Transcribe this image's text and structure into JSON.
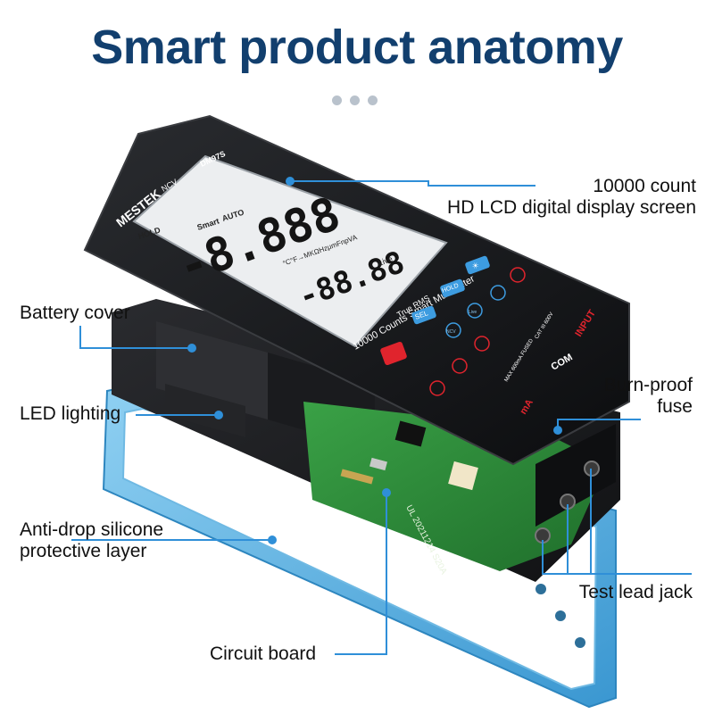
{
  "title": "Smart product anatomy",
  "labels": {
    "lcd_line1": "10000 count",
    "lcd_line2": "HD LCD digital display screen",
    "battery": "Battery cover",
    "led": "LED lighting",
    "fuse_line1": "Burn-proof",
    "fuse_line2": "fuse",
    "silicone_line1": "Anti-drop silicone",
    "silicone_line2": "protective layer",
    "jack": "Test lead jack",
    "circuit": "Circuit board"
  },
  "device": {
    "brand": "MESTEK",
    "model": "DM97S",
    "ncv": "NCV",
    "hold": "HOLD",
    "smart": "Smart",
    "auto": "AUTO",
    "main_reading": "-8.888",
    "sub_reading": "-88.88",
    "units": "°C°F→MKΩHzμmFnpVA",
    "live": "Live",
    "subtitle": "10000 Counts Smart Multimeter",
    "true_rms": "True RMS",
    "btn_sel": "SEL",
    "btn_hold": "HOLD",
    "btn_light": "☀",
    "btn_ncv": "NCV",
    "btn_live": "Live",
    "jack_input": "INPUT",
    "jack_com": "COM",
    "jack_ma": "mA",
    "cat": "CAT III 600V",
    "fused": "MAX 600mA FUSED",
    "pcb_text": "UL 20211214 S20A"
  },
  "colors": {
    "title": "#123f6e",
    "leader": "#2f8fd8",
    "silicone": "#5aaee0",
    "body": "#1c1d20",
    "pcb": "#2e8d3a",
    "lcd": "#eceef0",
    "power": "#e0242d",
    "key_blue": "#3d9ce0"
  }
}
